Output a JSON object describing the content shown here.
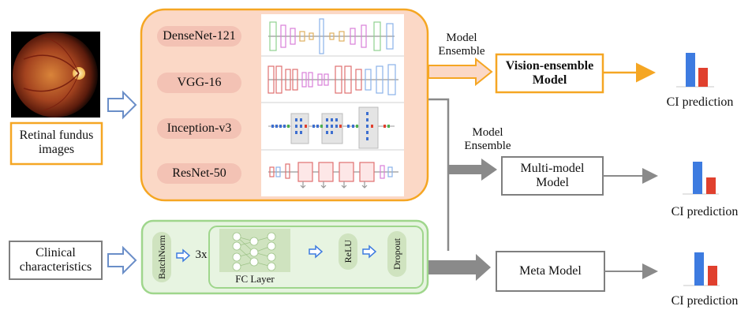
{
  "input": {
    "fundus_label": "Retinal fundus images",
    "clinical_label": "Clinical characteristics"
  },
  "vision_models": [
    "DenseNet-121",
    "VGG-16",
    "Inception-v3",
    "ResNet-50"
  ],
  "clinical_branch": {
    "batchnorm": "BatchNorm",
    "repeat": "3x",
    "fc_layer": "FC Layer",
    "relu": "ReLU",
    "dropout": "Dropout"
  },
  "ensemble": {
    "label_top": "Model Ensemble",
    "label_mid": "Model Ensemble"
  },
  "outputs": {
    "vision_ensemble": "Vision-ensemble Model",
    "multi_model": "Multi-model Model",
    "meta_model": "Meta Model",
    "prediction_label": "CI prediction"
  },
  "colors": {
    "orange": "#f5a623",
    "orange_fill": "#fbd8c6",
    "green": "#9fd68c",
    "green_fill": "#e7f4e1",
    "bar_blue": "#3d7be0",
    "bar_red": "#e0402e",
    "gray": "#7f7f7f"
  }
}
